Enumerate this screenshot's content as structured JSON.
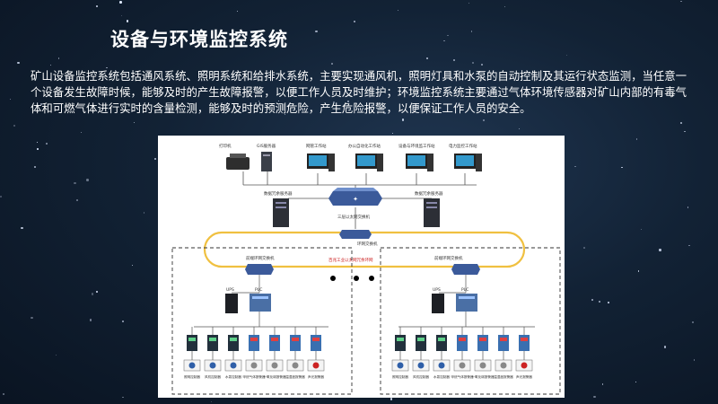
{
  "title": "设备与环境监控系统",
  "paragraph": "矿山设备监控系统包括通风系统、照明系统和给排水系统，主要实现通风机，照明灯具和水泵的自动控制及其运行状态监测，当任意一个设备发生故障时候，能够及时的产生故障报警，以便工作人员及时维护；环境监控系统主要通过气体环境传感器对矿山内部的有毒气体和可燃气体进行实时的含量检测，能够及时的预测危险，产生危险报警，以便保证工作人员的安全。",
  "diagram": {
    "top_devices": [
      "打印机",
      "GIS服务器",
      "网管工作站",
      "办公自动化工作站",
      "设备与环境监工作站",
      "电力监控工作站"
    ],
    "left_server": "数据冗余服务器",
    "right_server": "数据冗余服务器",
    "core_switch": "三层以太网交换机",
    "ring_switch": "环网交换机",
    "left_zone_switch": "前端环网交换机",
    "right_zone_switch": "前端环网交换机",
    "ring_label": "百兆工业以太网冗余环网",
    "ups": "UPS",
    "plc": "PLC",
    "sensors": [
      "照明控制器",
      "风机控制器",
      "水泵控制器",
      "甲烷气体报警器",
      "一氧化碳报警器",
      "温湿度报警器",
      "声光报警器"
    ],
    "colors": {
      "ring": "#f0c040",
      "accent": "#cc2222"
    }
  }
}
